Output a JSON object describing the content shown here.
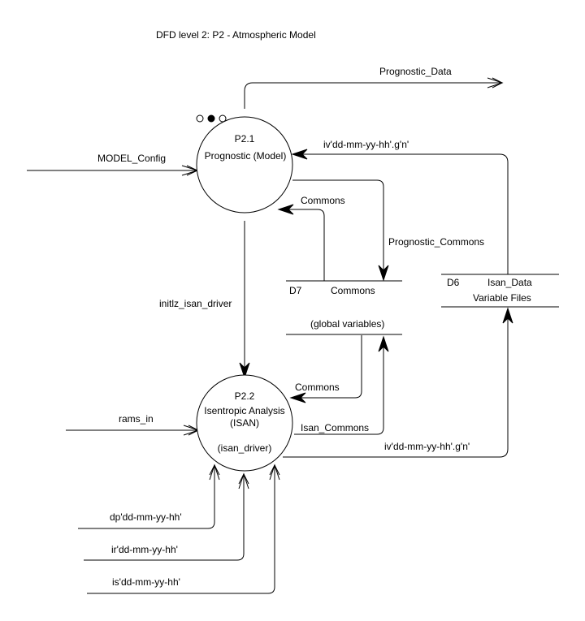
{
  "title": "DFD level 2: P2 - Atmospheric Model",
  "processes": {
    "p21": {
      "id": "P2.1",
      "name": "Prognostic (Model)"
    },
    "p22": {
      "id": "P2.2",
      "name_line1": "Isentropic Analysis",
      "name_line2": "(ISAN)",
      "name_line3": "(isan_driver)"
    }
  },
  "stores": {
    "d7": {
      "id": "D7",
      "name": "Commons"
    },
    "global": {
      "name": "(global variables)"
    },
    "d6": {
      "id": "D6",
      "name_line1": "Isan_Data",
      "name_line2": "Variable Files"
    }
  },
  "flows": {
    "prognostic_data": "Prognostic_Data",
    "model_config": "MODEL_Config",
    "iv_to_p21": "iv'dd-mm-yy-hh'.g'n'",
    "commons_to_p21": "Commons",
    "prognostic_commons": "Prognostic_Commons",
    "initlz": "initlz_isan_driver",
    "commons_to_p22": "Commons",
    "isan_commons": "Isan_Commons",
    "rams_in": "rams_in",
    "iv_from_p22": "iv'dd-mm-yy-hh'.g'n'",
    "dp": "dp'dd-mm-yy-hh'",
    "ir": "ir'dd-mm-yy-hh'",
    "is": "is'dd-mm-yy-hh'"
  }
}
